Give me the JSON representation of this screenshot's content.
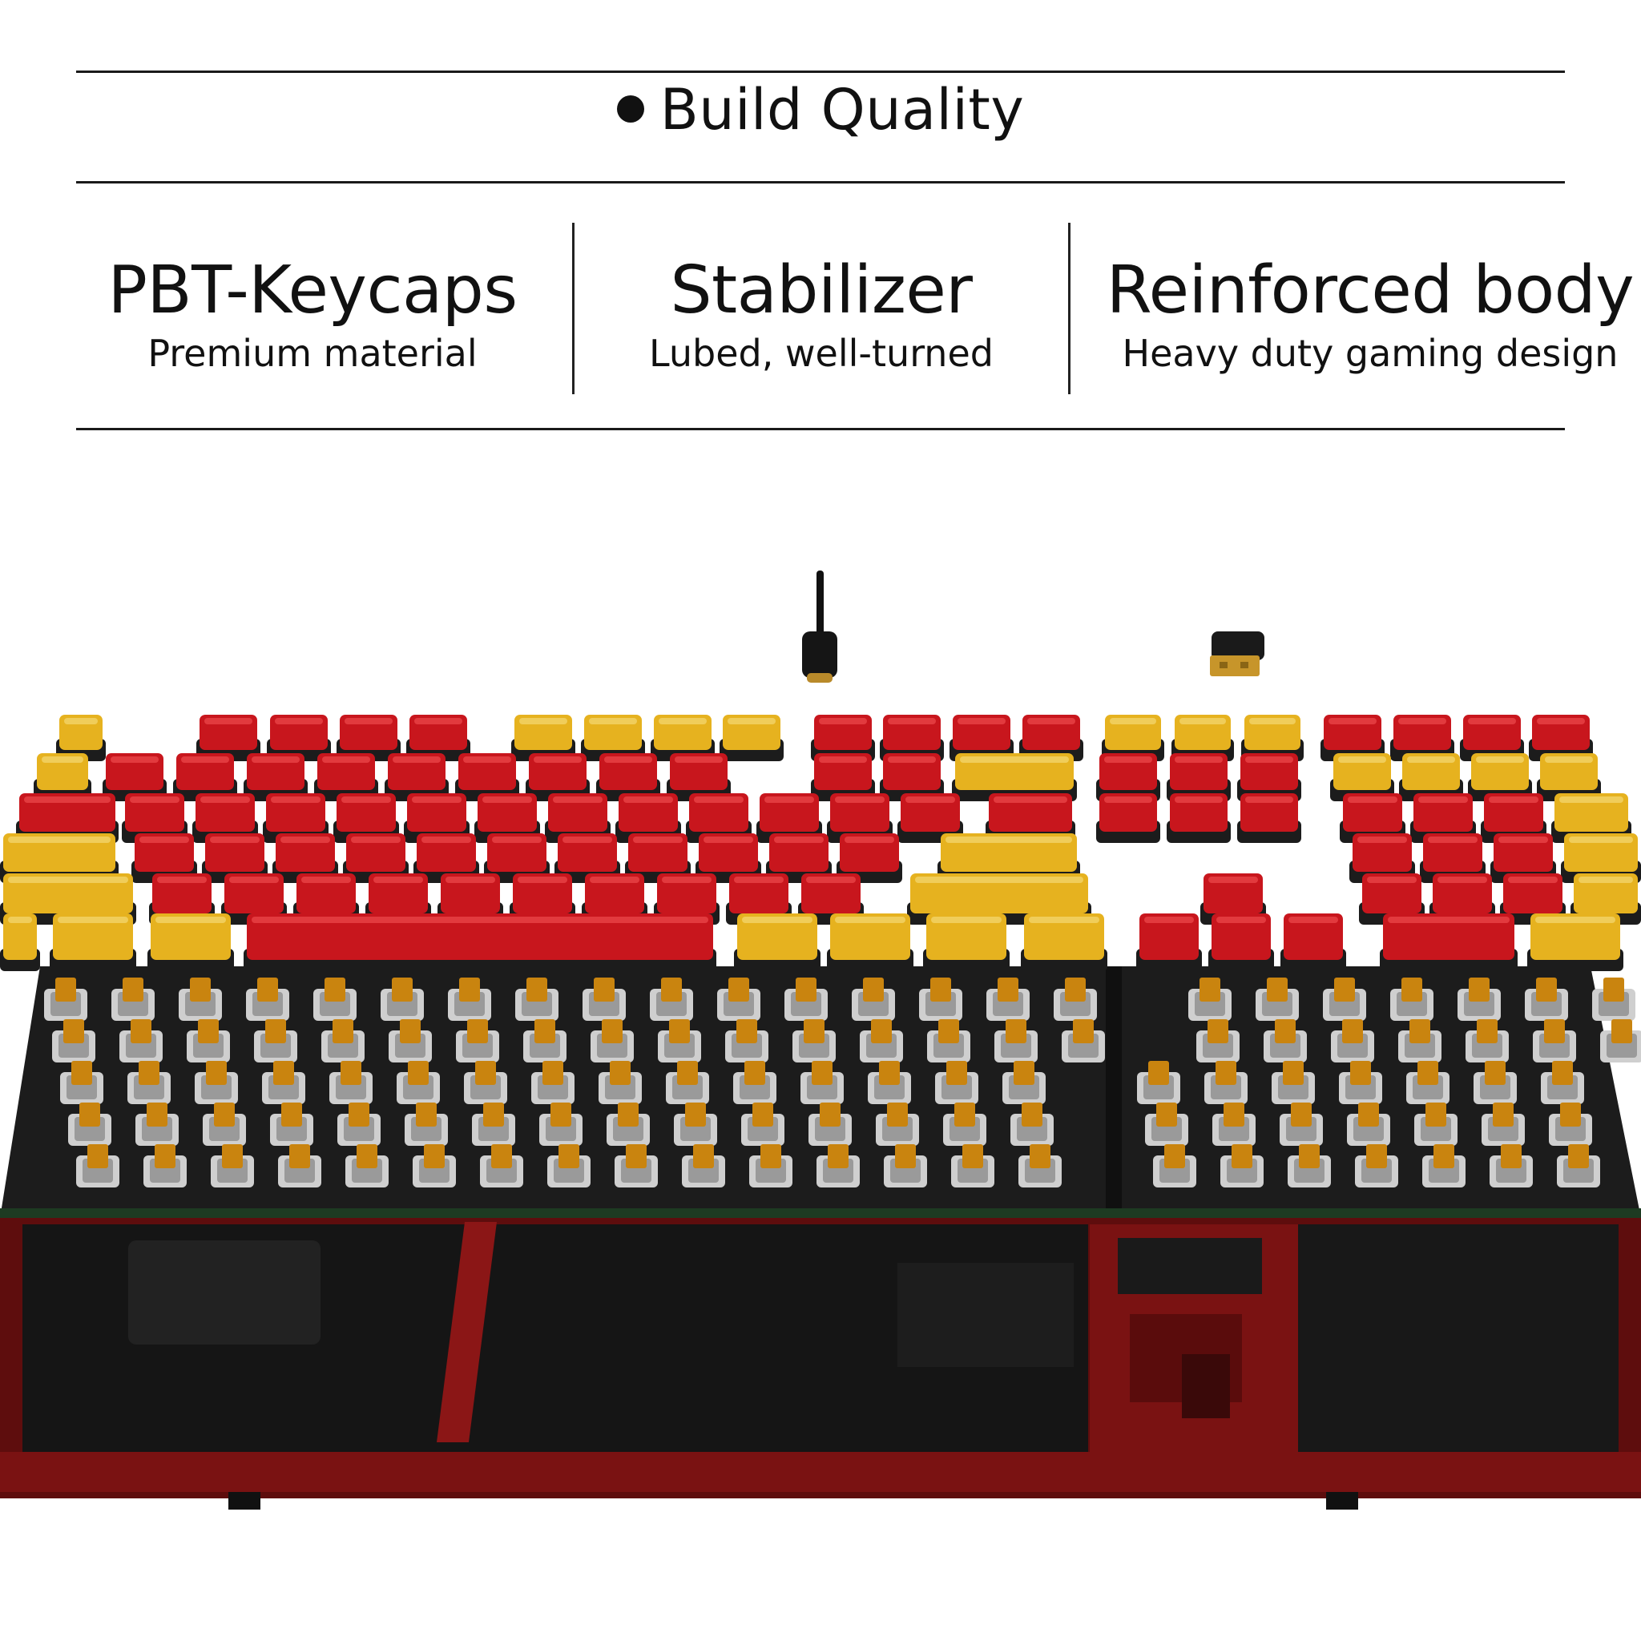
{
  "header": {
    "title": "Build Quality"
  },
  "features": [
    {
      "title": "PBT-Keycaps",
      "subtitle": "Premium material"
    },
    {
      "title": "Stabilizer",
      "subtitle": "Lubed, well-turned"
    },
    {
      "title": "Reinforced body",
      "subtitle": "Heavy duty gaming design"
    }
  ],
  "colors": {
    "keycap_red": "#c8161d",
    "keycap_yellow": "#e6b21f",
    "keycap_side": "#1c1c1c",
    "switch_stem": "#c9840f",
    "plate": "#1e1e1e",
    "case_frame": "#7a1212",
    "case_inner": "#181818"
  }
}
